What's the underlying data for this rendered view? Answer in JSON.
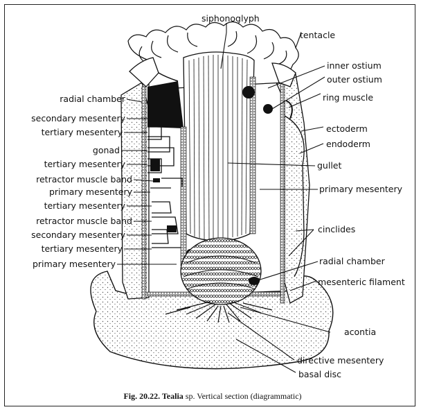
{
  "labels": {
    "siphonoglyph": "siphonoglyph",
    "tentacle": "tentacle",
    "inner_ostium": "inner ostium",
    "outer_ostium": "outer ostium",
    "ring_muscle": "ring muscle",
    "ectoderm": "ectoderm",
    "endoderm": "endoderm",
    "gullet": "gullet",
    "primary_mesentery_right": "primary mesentery",
    "cinclides": "cinclides",
    "radial_chamber_right": "radial chamber",
    "mesenteric_filament": "mesenteric filament",
    "acontia": "acontia",
    "directive_mesentery": "directive mesentery",
    "basal_disc": "basal disc",
    "radial_chamber_left": "radial chamber",
    "secondary_mesentery_1": "secondary mesentery",
    "tertiary_mesentery_1": "tertiary mesentery",
    "gonad": "gonad",
    "tertiary_mesentery_2": "tertiary mesentery",
    "retractor_muscle_band_1": "retractor muscle band",
    "primary_mesentery_left_1": "primary mesentery",
    "tertiary_mesentery_3": "tertiary mesentery",
    "retractor_muscle_band_2": "retractor muscle band",
    "secondary_mesentery_2": "secondary mesentery",
    "tertiary_mesentery_4": "tertiary mesentery",
    "primary_mesentery_left_2": "primary mesentery"
  },
  "caption": {
    "prefix": "Fig. 20.22. Tealia",
    "species": "sp.",
    "rest": "Vertical section (diagrammatic)"
  },
  "colors": {
    "ink": "#111111",
    "paper": "#ffffff",
    "stipple": "#555555"
  }
}
